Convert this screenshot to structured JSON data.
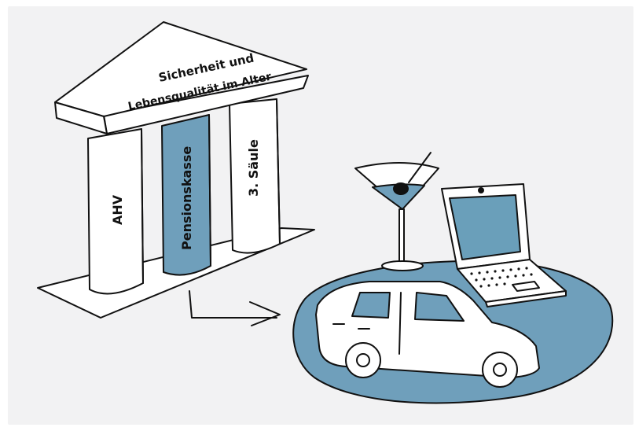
{
  "colors": {
    "background": "#f2f2f3",
    "accent_blue": "#6f9fbb",
    "lcd_blue": "#6a9fba",
    "ink": "#111111",
    "paper": "#ffffff"
  },
  "temple": {
    "roof_line1": "Sicherheit und",
    "roof_line2": "Lebensqualität im Alter",
    "columns": [
      {
        "label": "AHV",
        "highlighted": false
      },
      {
        "label": "Pensionskasse",
        "highlighted": true
      },
      {
        "label": "3. Säule",
        "highlighted": false
      }
    ]
  },
  "icons": [
    "temple-icon",
    "arrow-icon",
    "martini-glass-icon",
    "laptop-icon",
    "car-icon",
    "blue-blob"
  ]
}
